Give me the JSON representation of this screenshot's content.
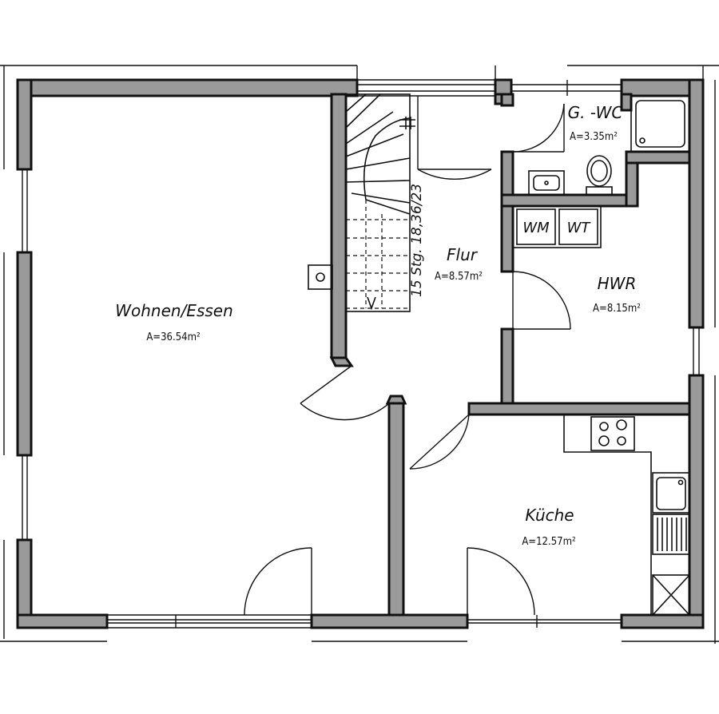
{
  "rooms": {
    "wohnen": {
      "name": "Wohnen/Essen",
      "area": "A=36.54m²"
    },
    "flur": {
      "name": "Flur",
      "area": "A=8.57m²"
    },
    "wc": {
      "name": "G. -WC",
      "area": "A=3.35m²"
    },
    "hwr": {
      "name": "HWR",
      "area": "A=8.15m²"
    },
    "kueche": {
      "name": "Küche",
      "area": "A=12.57m²"
    }
  },
  "appliances": {
    "washing_machine": "WM",
    "dryer": "WT"
  },
  "stair": {
    "label": "15 Stg. 18,36/23"
  }
}
